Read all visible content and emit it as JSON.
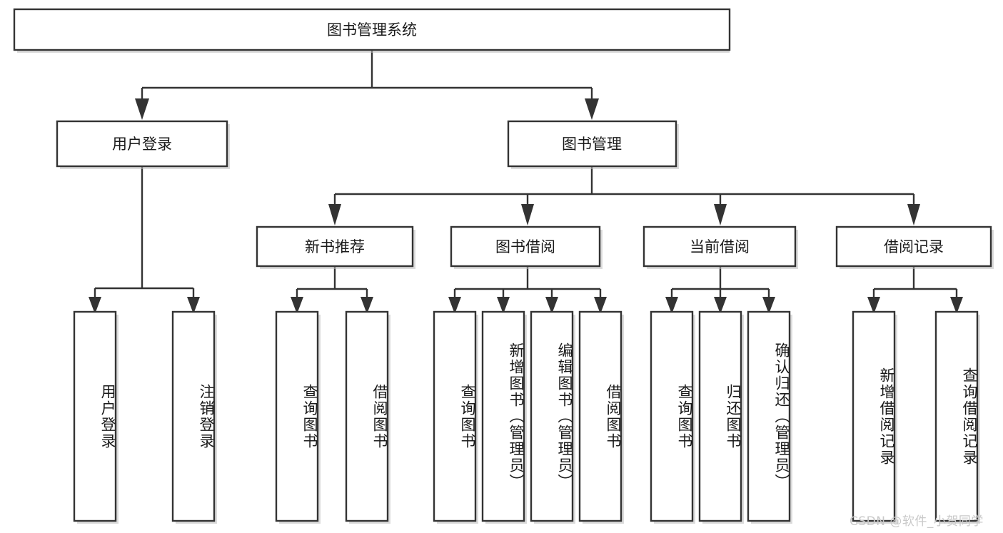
{
  "diagram": {
    "type": "tree-hierarchy",
    "title": "图书管理系统",
    "orientation": "top-down",
    "line_color": "#333333",
    "box_fill": "#ffffff",
    "text_color": "#1a1a1a",
    "levels": [
      {
        "level": 1,
        "nodes": [
          {
            "id": "root",
            "label": "图书管理系统",
            "orientation": "horizontal"
          }
        ]
      },
      {
        "level": 2,
        "nodes": [
          {
            "id": "login",
            "label": "用户登录",
            "orientation": "horizontal",
            "parent": "root"
          },
          {
            "id": "bookmgmt",
            "label": "图书管理",
            "orientation": "horizontal",
            "parent": "root"
          }
        ]
      },
      {
        "level": 3,
        "nodes": [
          {
            "id": "newbook",
            "label": "新书推荐",
            "orientation": "horizontal",
            "parent": "bookmgmt"
          },
          {
            "id": "borrow",
            "label": "图书借阅",
            "orientation": "horizontal",
            "parent": "bookmgmt"
          },
          {
            "id": "current",
            "label": "当前借阅",
            "orientation": "horizontal",
            "parent": "bookmgmt"
          },
          {
            "id": "records",
            "label": "借阅记录",
            "orientation": "horizontal",
            "parent": "bookmgmt"
          }
        ]
      },
      {
        "level": 4,
        "nodes": [
          {
            "id": "leaf-user-login",
            "label": "用户登录",
            "orientation": "vertical",
            "parent": "login"
          },
          {
            "id": "leaf-user-logout",
            "label": "注销登录",
            "orientation": "vertical",
            "parent": "login"
          },
          {
            "id": "leaf-newbook-query",
            "label": "查询图书",
            "orientation": "vertical",
            "parent": "newbook"
          },
          {
            "id": "leaf-newbook-borrow",
            "label": "借阅图书",
            "orientation": "vertical",
            "parent": "newbook"
          },
          {
            "id": "leaf-borrow-query",
            "label": "查询图书",
            "orientation": "vertical",
            "parent": "borrow"
          },
          {
            "id": "leaf-borrow-add",
            "label": "新增图书（管理员）",
            "orientation": "vertical",
            "parent": "borrow"
          },
          {
            "id": "leaf-borrow-edit",
            "label": "编辑图书（管理员）",
            "orientation": "vertical",
            "parent": "borrow"
          },
          {
            "id": "leaf-borrow-lend",
            "label": "借阅图书",
            "orientation": "vertical",
            "parent": "borrow"
          },
          {
            "id": "leaf-current-query",
            "label": "查询图书",
            "orientation": "vertical",
            "parent": "current"
          },
          {
            "id": "leaf-current-return",
            "label": "归还图书",
            "orientation": "vertical",
            "parent": "current"
          },
          {
            "id": "leaf-current-confirm",
            "label": "确认归还（管理员）",
            "orientation": "vertical",
            "parent": "current"
          },
          {
            "id": "leaf-records-add",
            "label": "新增借阅记录",
            "orientation": "vertical",
            "parent": "records"
          },
          {
            "id": "leaf-records-query",
            "label": "查询借阅记录",
            "orientation": "vertical",
            "parent": "records"
          }
        ]
      }
    ]
  },
  "watermark": {
    "text": "CSDN @软件_小贺同学"
  }
}
